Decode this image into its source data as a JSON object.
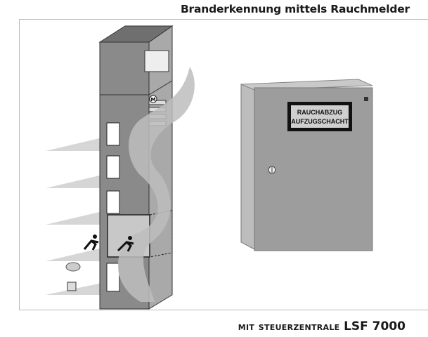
{
  "header": {
    "title": "Branderkennung mittels Rauchmelder"
  },
  "cabinet": {
    "label_line1": "RAUCHABZUG",
    "label_line2": "AUFZUGSCHACHT"
  },
  "building": {
    "motor_label": "M"
  },
  "footer": {
    "prefix": "mit",
    "product_prefix": "Steuerzentrale",
    "product_code": "LSF 7000"
  }
}
